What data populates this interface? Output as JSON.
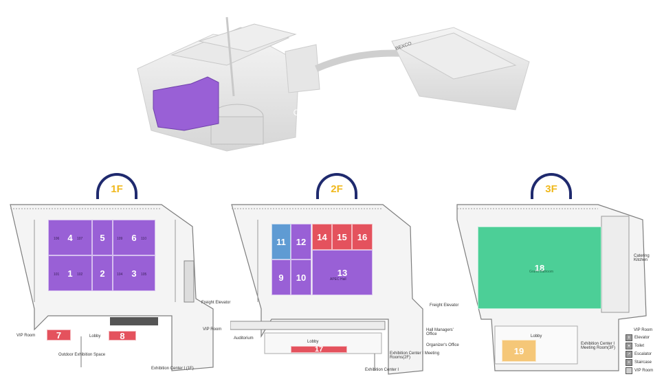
{
  "hero": {
    "label": "Convention\nHall",
    "sign": "BEXCO"
  },
  "colors": {
    "purple": "#9960d6",
    "red": "#e4525d",
    "blue": "#5f9bd3",
    "green": "#4ccf97",
    "orange": "#f5c778",
    "navy": "#1f2a6e",
    "gold": "#f0b81c"
  },
  "floors": [
    {
      "level": "1F",
      "rooms": [
        "4",
        "5",
        "6",
        "1",
        "2",
        "3",
        "7",
        "8"
      ],
      "subrooms": [
        "106",
        "107",
        "109",
        "110",
        "101",
        "102",
        "104",
        "105"
      ],
      "labels": {
        "freight_elevator": "Freight Elevator",
        "vip_room_left": "VIP Room",
        "vip_room_right": "VIP Room",
        "lobby": "Lobby",
        "outdoor": "Outdoor Exhibition Space",
        "exhibition_center": "Exhibition Center I (1F)"
      }
    },
    {
      "level": "2F",
      "rooms": [
        "11",
        "12",
        "14",
        "15",
        "16",
        "9",
        "10",
        "13",
        "17"
      ],
      "labels": {
        "freight_elevator": "Freight Elevator",
        "hall_managers": "Hall Managers' Office",
        "organizers": "Organizer's Office",
        "meeting_rooms": "Exhibition Center I Meeting Rooms(2F)",
        "auditorium": "Auditorium",
        "lobby": "Lobby",
        "exhibition_center": "Exhibition Center I",
        "apec_hall": "APEC Hall"
      }
    },
    {
      "level": "3F",
      "rooms": [
        "18",
        "19"
      ],
      "labels": {
        "catering": "Catering Kitchen",
        "vip_room": "VIP Room",
        "lobby": "Lobby",
        "meeting_rooms": "Exhibition Center I Meeting Room(3F)",
        "grand_ballroom": "Grand Ballroom"
      },
      "legend": [
        "Elevator",
        "Toilet",
        "Escalator",
        "Staircase",
        "VIP Room"
      ]
    }
  ]
}
